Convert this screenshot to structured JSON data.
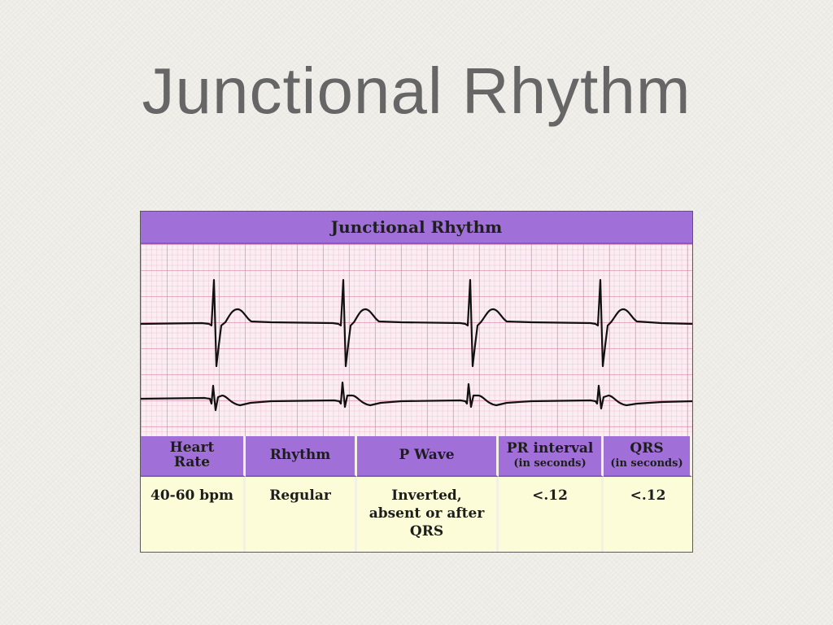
{
  "slide": {
    "title": "Junctional Rhythm"
  },
  "figure": {
    "header": "Junctional Rhythm"
  },
  "table": {
    "headers": [
      {
        "main": "Heart Rate",
        "sub": ""
      },
      {
        "main": "Rhythm",
        "sub": ""
      },
      {
        "main": "P Wave",
        "sub": ""
      },
      {
        "main": "PR interval",
        "sub": "(in seconds)"
      },
      {
        "main": "QRS",
        "sub": "(in seconds)"
      }
    ],
    "values": [
      "40-60 bpm",
      "Regular",
      "Inverted, absent or after QRS",
      "<.12",
      "<.12"
    ]
  },
  "colors": {
    "header_purple": "#a070d8",
    "cell_yellow": "#fdfcd9",
    "grid_pink": "#fbeef2",
    "title_gray": "#666666"
  }
}
